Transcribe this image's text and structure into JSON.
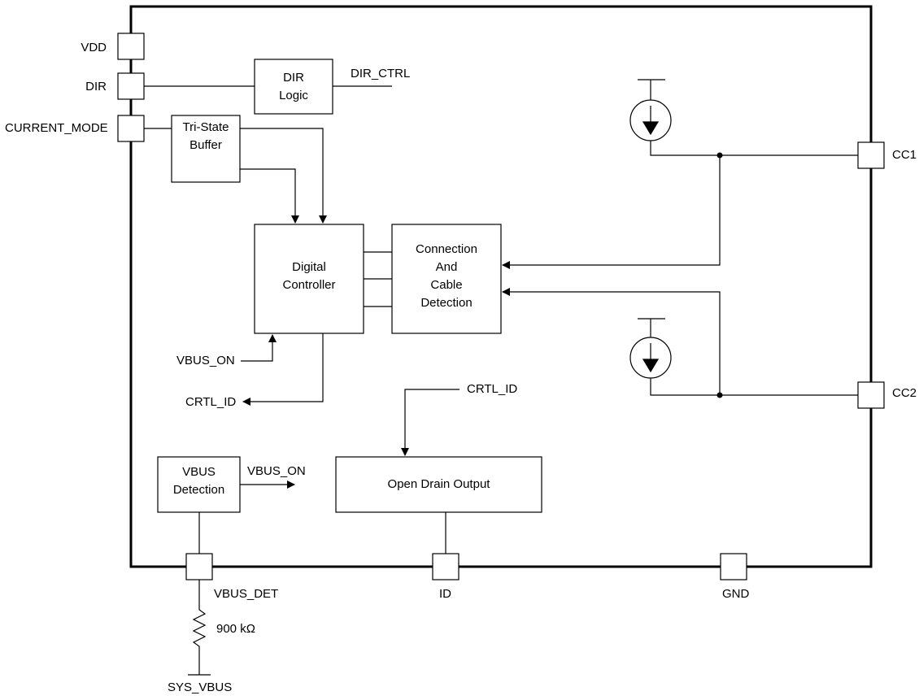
{
  "pins": {
    "vdd": "VDD",
    "dir": "DIR",
    "current_mode": "CURRENT_MODE",
    "cc1": "CC1",
    "cc2": "CC2",
    "vbus_det": "VBUS_DET",
    "id": "ID",
    "gnd": "GND"
  },
  "blocks": {
    "dir_logic": [
      "DIR",
      "Logic"
    ],
    "tri_state": [
      "Tri-State",
      "Buffer"
    ],
    "digital_controller": [
      "Digital",
      "Controller"
    ],
    "connection": [
      "Connection",
      "And",
      "Cable",
      "Detection"
    ],
    "vbus_detection": [
      "VBUS",
      "Detection"
    ],
    "open_drain": "Open Drain Output"
  },
  "signals": {
    "dir_ctrl": "DIR_CTRL",
    "vbus_on_in": "VBUS_ON",
    "crtl_id_out": "CRTL_ID",
    "crtl_id_in": "CRTL_ID",
    "vbus_on_out": "VBUS_ON",
    "resistor": "900 kΩ",
    "sys_vbus": "SYS_VBUS"
  },
  "colors": {
    "line": "#000000",
    "background": "#ffffff"
  }
}
